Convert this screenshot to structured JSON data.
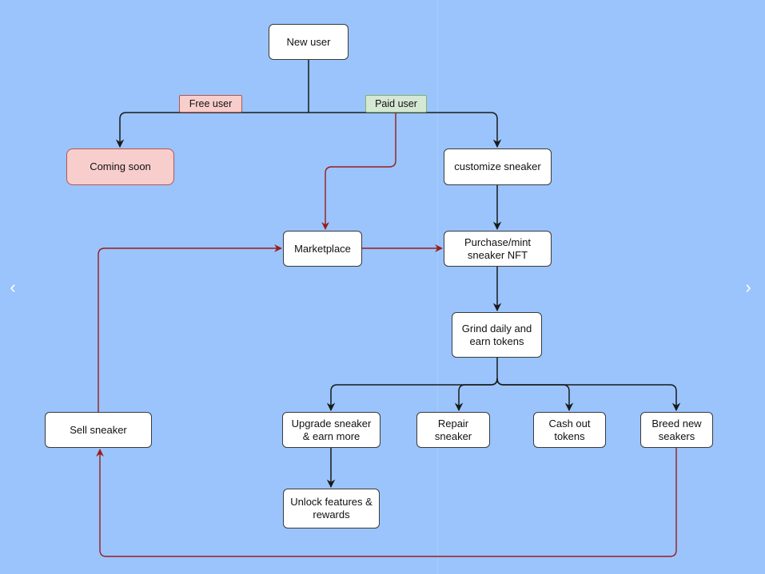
{
  "nodes": {
    "new_user": "New user",
    "coming_soon": "Coming soon",
    "customize_sneaker": "customize sneaker",
    "marketplace": "Marketplace",
    "purchase_mint": "Purchase/mint sneaker NFT",
    "grind_daily": "Grind daily and earn tokens",
    "sell_sneaker": "Sell sneaker",
    "upgrade_sneaker": "Upgrade sneaker & earn more",
    "repair_sneaker": "Repair sneaker",
    "cash_out": "Cash out tokens",
    "breed_new": "Breed new seakers",
    "unlock_features": "Unlock features & rewards"
  },
  "edge_labels": {
    "free_user": "Free user",
    "paid_user": "Paid user"
  },
  "nav": {
    "prev_icon": "chevron-left-icon",
    "next_icon": "chevron-right-icon",
    "prev_glyph": "‹",
    "next_glyph": "›"
  },
  "colors": {
    "background": "#9ac4fb",
    "black_edge": "#1a1a1a",
    "red_edge": "#9b1c1c",
    "free_fill": "#f8cecc",
    "paid_fill": "#d5e8d4"
  }
}
